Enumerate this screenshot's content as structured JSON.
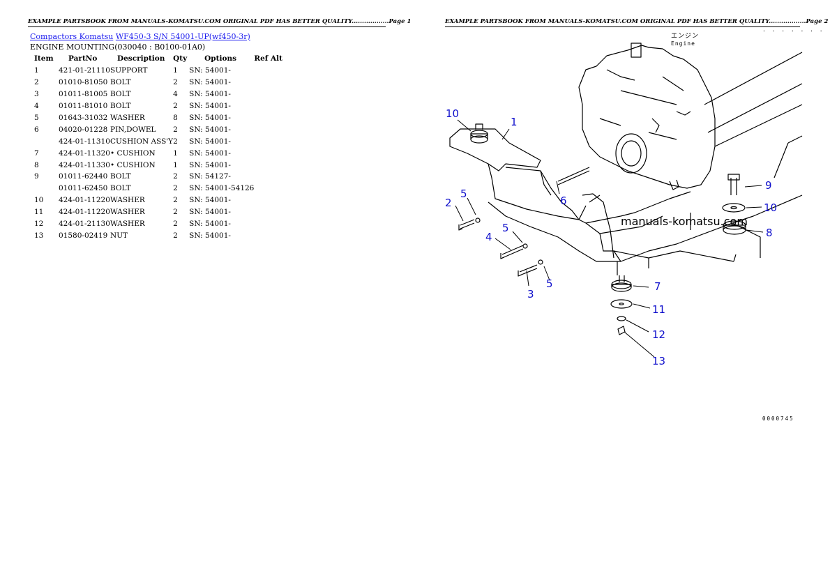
{
  "header": {
    "page1": "EXAMPLE PARTSBOOK FROM MANUALS-KOMATSU.COM ORIGINAL PDF HAS BETTER QUALITY..................Page 1",
    "page2": "EXAMPLE PARTSBOOK FROM MANUALS-KOMATSU.COM ORIGINAL PDF HAS BETTER QUALITY..................Page 2"
  },
  "breadcrumb": {
    "link1": "Compactors Komatsu",
    "link2": "WF450-3 S/N 54001-UP(wf450-3r)"
  },
  "group_title": "ENGINE MOUNTING(030040 : B0100-01A0)",
  "table": {
    "columns": [
      "Item",
      "PartNo",
      "Description",
      "Qty",
      "Options",
      "Ref Alt"
    ],
    "rows": [
      {
        "item": "1",
        "part": "421-01-21110",
        "desc": "SUPPORT",
        "qty": "1",
        "opt": "SN: 54001-"
      },
      {
        "item": "2",
        "part": "01010-81050",
        "desc": "BOLT",
        "qty": "2",
        "opt": "SN: 54001-"
      },
      {
        "item": "3",
        "part": "01011-81005",
        "desc": "BOLT",
        "qty": "4",
        "opt": "SN: 54001-"
      },
      {
        "item": "4",
        "part": "01011-81010",
        "desc": "BOLT",
        "qty": "2",
        "opt": "SN: 54001-"
      },
      {
        "item": "5",
        "part": "01643-31032",
        "desc": "WASHER",
        "qty": "8",
        "opt": "SN: 54001-"
      },
      {
        "item": "6",
        "part": "04020-01228",
        "desc": "PIN,DOWEL",
        "qty": "2",
        "opt": "SN: 54001-"
      },
      {
        "item": "",
        "part": "424-01-11310",
        "desc": "CUSHION ASS'Y",
        "qty": "2",
        "opt": "SN: 54001-"
      },
      {
        "item": "7",
        "part": "424-01-11320",
        "desc": "• CUSHION",
        "qty": "1",
        "opt": "SN: 54001-"
      },
      {
        "item": "8",
        "part": "424-01-11330",
        "desc": "• CUSHION",
        "qty": "1",
        "opt": "SN: 54001-"
      },
      {
        "item": "9",
        "part": "01011-62440",
        "desc": "BOLT",
        "qty": "2",
        "opt": "SN: 54127-"
      },
      {
        "item": "",
        "part": "01011-62450",
        "desc": "BOLT",
        "qty": "2",
        "opt": "SN: 54001-54126"
      },
      {
        "item": "10",
        "part": "424-01-11220",
        "desc": "WASHER",
        "qty": "2",
        "opt": "SN: 54001-"
      },
      {
        "item": "11",
        "part": "424-01-11220",
        "desc": "WASHER",
        "qty": "2",
        "opt": "SN: 54001-"
      },
      {
        "item": "12",
        "part": "424-01-21130",
        "desc": "WASHER",
        "qty": "2",
        "opt": "SN: 54001-"
      },
      {
        "item": "13",
        "part": "01580-02419",
        "desc": "NUT",
        "qty": "2",
        "opt": "SN: 54001-"
      }
    ]
  },
  "diagram": {
    "label_jp": "エンジン",
    "label_en": "Engine",
    "watermark": "manuals-komatsu.com",
    "figure_code": "0000745",
    "callouts": [
      "10",
      "1",
      "5",
      "2",
      "6",
      "5",
      "4",
      "3",
      "5",
      "9",
      "10",
      "8",
      "7",
      "11",
      "12",
      "13"
    ]
  }
}
